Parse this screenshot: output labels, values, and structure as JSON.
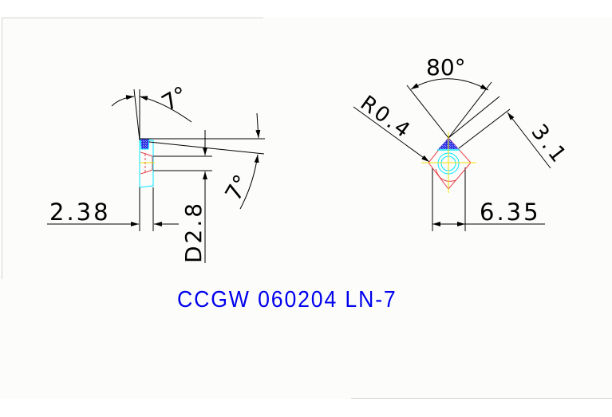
{
  "drawing": {
    "part_code": "CCGW 060204 LN-7",
    "colors": {
      "background": "#fcfdfb",
      "line": "#000000",
      "title": "#0000ee",
      "outline_red": "#e8404a",
      "outline_cyan": "#00e5ff",
      "centerline_yellow": "#f0e000",
      "hatch_blue": "#3030e0"
    },
    "side_view": {
      "dimensions": {
        "top_angle": "7°",
        "side_angle": "7°",
        "thickness": "2.38",
        "hole_diameter": "D2.8"
      }
    },
    "top_view": {
      "dimensions": {
        "corner_angle": "80°",
        "nose_radius": "R0.4",
        "edge_length": "3.1",
        "inscribed_circle": "6.35"
      }
    }
  }
}
